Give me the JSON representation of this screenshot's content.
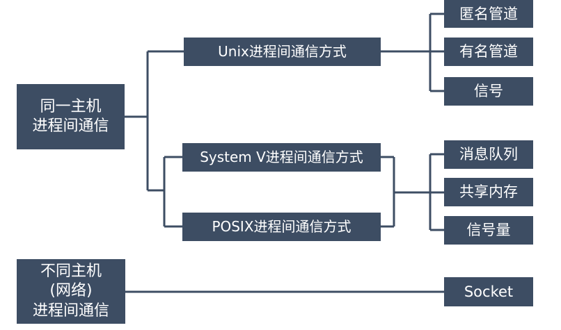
{
  "nodes": {
    "local_ipc": "同一主机\n进程间通信",
    "remote_ipc": "不同主机\n(网络)\n进程间通信",
    "unix_ipc": "Unix进程间通信方式",
    "system_v_ipc": "System V进程间通信方式",
    "posix_ipc": "POSIX进程间通信方式",
    "anonymous_pipe": "匿名管道",
    "named_pipe": "有名管道",
    "signal": "信号",
    "message_queue": "消息队列",
    "shared_memory": "共享内存",
    "semaphore": "信号量",
    "socket": "Socket"
  },
  "colors": {
    "box_fill": "#3d4d63",
    "box_text": "#ffffff",
    "connector": "#3d4d63"
  }
}
